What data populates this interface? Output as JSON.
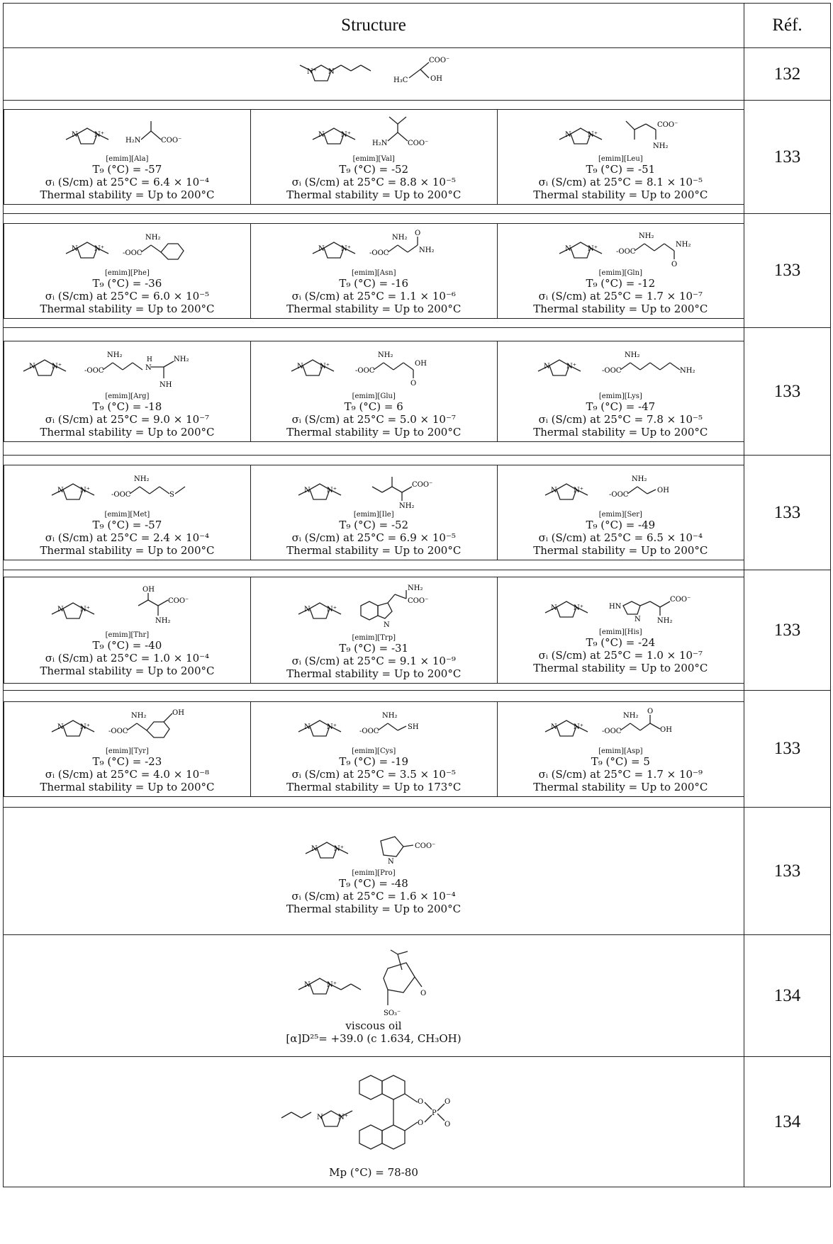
{
  "header": {
    "structure": "Structure",
    "ref": "Réf."
  },
  "rows": [
    {
      "ref": "132",
      "cells": []
    },
    {
      "ref": "133",
      "cells": [
        {
          "name": "[emim][Ala]",
          "tg": "T₉ (°C) = -57",
          "sigma": "σᵢ (S/cm) at 25°C = 6.4 × 10⁻⁴",
          "stab": "Thermal stability = Up to 200°C"
        },
        {
          "name": "[emim][Val]",
          "tg": "T₉ (°C) = -52",
          "sigma": "σᵢ (S/cm) at 25°C = 8.8 × 10⁻⁵",
          "stab": "Thermal stability = Up to 200°C"
        },
        {
          "name": "[emim][Leu]",
          "tg": "T₉ (°C) = -51",
          "sigma": "σᵢ (S/cm) at 25°C = 8.1 × 10⁻⁵",
          "stab": "Thermal stability = Up to 200°C"
        }
      ]
    },
    {
      "ref": "133",
      "cells": [
        {
          "name": "[emim][Phe]",
          "tg": "T₉ (°C) = -36",
          "sigma": "σᵢ (S/cm) at 25°C = 6.0 × 10⁻⁵",
          "stab": "Thermal stability = Up to 200°C"
        },
        {
          "name": "[emim][Asn]",
          "tg": "T₉ (°C) = -16",
          "sigma": "σᵢ (S/cm) at 25°C = 1.1 × 10⁻⁶",
          "stab": "Thermal stability = Up to 200°C"
        },
        {
          "name": "[emim][Gln]",
          "tg": "T₉ (°C) = -12",
          "sigma": "σᵢ (S/cm) at 25°C = 1.7 × 10⁻⁷",
          "stab": "Thermal stability = Up to 200°C"
        }
      ]
    },
    {
      "ref": "133",
      "cells": [
        {
          "name": "[emim][Arg]",
          "tg": "T₉ (°C) = -18",
          "sigma": "σᵢ (S/cm) at 25°C = 9.0 × 10⁻⁷",
          "stab": "Thermal stability = Up to 200°C"
        },
        {
          "name": "[emim][Glu]",
          "tg": "T₉ (°C) = 6",
          "sigma": "σᵢ (S/cm) at 25°C = 5.0 × 10⁻⁷",
          "stab": "Thermal stability = Up to 200°C"
        },
        {
          "name": "[emim][Lys]",
          "tg": "T₉ (°C) = -47",
          "sigma": "σᵢ (S/cm) at 25°C = 7.8 × 10⁻⁵",
          "stab": "Thermal stability = Up to 200°C"
        }
      ]
    },
    {
      "ref": "133",
      "cells": [
        {
          "name": "[emim][Met]",
          "tg": "T₉ (°C) = -57",
          "sigma": "σᵢ (S/cm) at 25°C = 2.4 × 10⁻⁴",
          "stab": "Thermal stability = Up to 200°C"
        },
        {
          "name": "[emim][Ile]",
          "tg": "T₉ (°C) = -52",
          "sigma": "σᵢ (S/cm) at 25°C = 6.9 × 10⁻⁵",
          "stab": "Thermal stability = Up to 200°C"
        },
        {
          "name": "[emim][Ser]",
          "tg": "T₉ (°C) = -49",
          "sigma": "σᵢ (S/cm) at 25°C = 6.5 × 10⁻⁴",
          "stab": "Thermal stability = Up to 200°C"
        }
      ]
    },
    {
      "ref": "133",
      "cells": [
        {
          "name": "[emim][Thr]",
          "tg": "T₉ (°C) = -40",
          "sigma": "σᵢ (S/cm) at 25°C = 1.0 × 10⁻⁴",
          "stab": "Thermal stability = Up to 200°C"
        },
        {
          "name": "[emim][Trp]",
          "tg": "T₉ (°C) = -31",
          "sigma": "σᵢ (S/cm) at 25°C = 9.1 × 10⁻⁹",
          "stab": "Thermal stability = Up to 200°C"
        },
        {
          "name": "[emim][His]",
          "tg": "T₉ (°C) = -24",
          "sigma": "σᵢ (S/cm) at 25°C = 1.0 × 10⁻⁷",
          "stab": "Thermal stability = Up to 200°C"
        }
      ]
    },
    {
      "ref": "133",
      "cells": [
        {
          "name": "[emim][Tyr]",
          "tg": "T₉ (°C) = -23",
          "sigma": "σᵢ (S/cm) at 25°C = 4.0 × 10⁻⁸",
          "stab": "Thermal stability = Up to 200°C"
        },
        {
          "name": "[emim][Cys]",
          "tg": "T₉ (°C) = -19",
          "sigma": "σᵢ (S/cm) at 25°C = 3.5 × 10⁻⁵",
          "stab": "Thermal stability = Up to 173°C"
        },
        {
          "name": "[emim][Asp]",
          "tg": "T₉ (°C) = 5",
          "sigma": "σᵢ (S/cm) at 25°C = 1.7 × 10⁻⁹",
          "stab": "Thermal stability = Up to 200°C"
        }
      ]
    }
  ],
  "pro": {
    "ref": "133",
    "name": "[emim][Pro]",
    "tg": "T₉ (°C) = -48",
    "sigma": "σᵢ (S/cm) at 25°C = 1.6 × 10⁻⁴",
    "stab": "Thermal stability = Up to 200°C"
  },
  "camph": {
    "ref": "134",
    "line1": "viscous oil",
    "line2": "[α]D²⁵= +39.0 (c 1.634, CH₃OH)"
  },
  "binol": {
    "ref": "134",
    "line1": "Mp (°C) = 78-80"
  },
  "labels": {
    "coo": "COO⁻",
    "ooc": "-OOC",
    "nh2": "NH₂",
    "h2n": "H₂N",
    "oh": "OH",
    "n": "N",
    "nplus": "N⁺",
    "h": "H",
    "h3c": "H₃C",
    "sh": "SH",
    "s": "S",
    "o": "O",
    "nh": "NH",
    "hn": "HN",
    "so3": "SO₃⁻",
    "p": "P"
  }
}
